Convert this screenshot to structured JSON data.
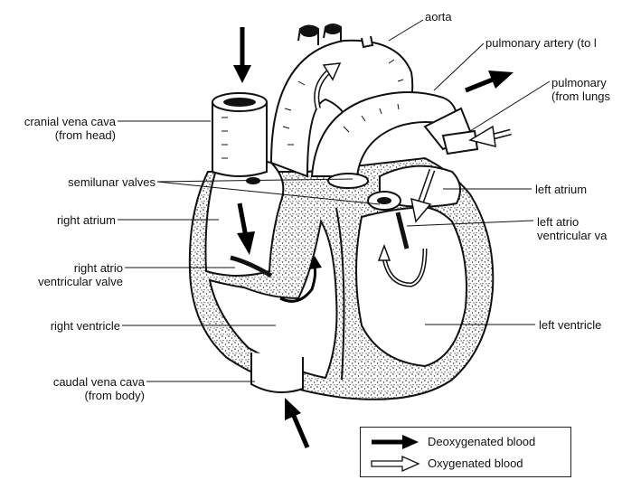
{
  "labels": {
    "aorta": "aorta",
    "pulmonary_artery": "pulmonary artery (to l",
    "pulmonary_vein_line1": "pulmonary",
    "pulmonary_vein_line2": "(from lungs",
    "cranial_vena_cava_line1": "cranial vena cava",
    "cranial_vena_cava_line2": "(from head)",
    "semilunar_valves": "semilunar valves",
    "right_atrium": "right atrium",
    "right_av_valve_line1": "right atrio",
    "right_av_valve_line2": "ventricular valve",
    "right_ventricle": "right ventricle",
    "caudal_vena_cava_line1": "caudal vena cava",
    "caudal_vena_cava_line2": "(from body)",
    "left_atrium": "left atrium",
    "left_av_valve_line1": "left atrio",
    "left_av_valve_line2": "ventricular va",
    "left_ventricle": "left ventricle"
  },
  "legend": {
    "deoxygenated": "Deoxygenated blood",
    "oxygenated": "Oxygenated blood"
  },
  "colors": {
    "deoxygenated_arrow": "#000000",
    "oxygenated_arrow": "#ffffff",
    "line": "#111111"
  }
}
